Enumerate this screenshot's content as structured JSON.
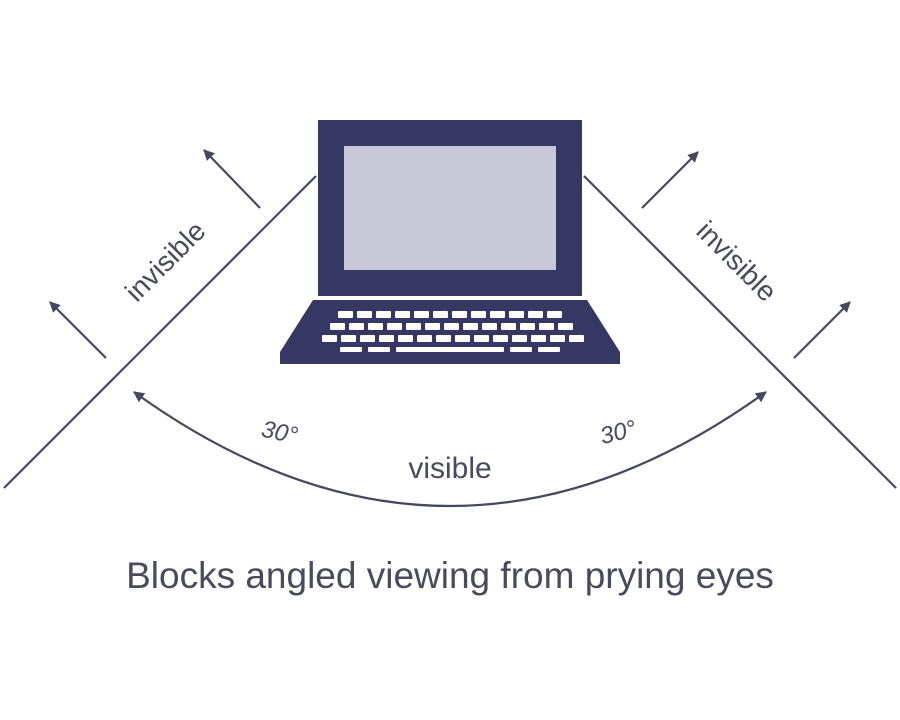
{
  "labels": {
    "invisible_left": "invisible",
    "invisible_right": "invisible",
    "angle_left": "30°",
    "angle_right": "30°",
    "visible": "visible",
    "caption": "Blocks angled viewing from prying eyes"
  },
  "colors": {
    "laptop_body": "#373763",
    "laptop_screen": "#c9c8d6",
    "keys": "#ffffff",
    "lines": "#474760",
    "text": "#4a4a5e"
  },
  "icons": {
    "device": "laptop-icon"
  }
}
